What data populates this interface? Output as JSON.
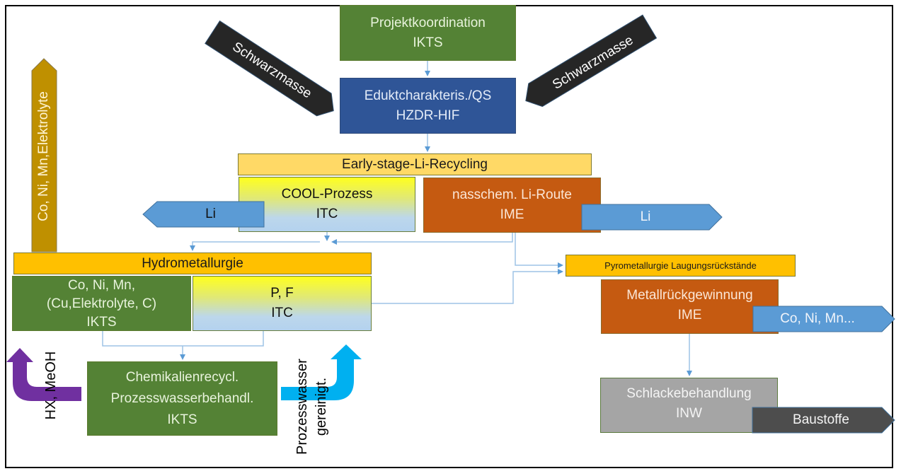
{
  "diagram": {
    "nodes": {
      "projektkoordination": {
        "line1": "Projektkoordination",
        "line2": "IKTS",
        "color": "#548235"
      },
      "eduktcharakterisierung": {
        "line1": "Eduktcharakteris./QS",
        "line2": "HZDR-HIF",
        "color": "#2f5597"
      },
      "early_stage": {
        "label": "Early-stage-Li-Recycling",
        "color": "#ffd966"
      },
      "cool_prozess": {
        "line1": "COOL-Prozess",
        "line2": "ITC"
      },
      "nasschem": {
        "line1": "nasschem. Li-Route",
        "line2": "IME",
        "color": "#c55a11"
      },
      "hydrometallurgie": {
        "label": "Hydrometallurgie",
        "color": "#ffc000"
      },
      "co_ni_mn": {
        "line1": "Co, Ni, Mn,",
        "line2": "(Cu,Elektrolyte, C)",
        "line3": "IKTS",
        "color": "#548235"
      },
      "p_f": {
        "line1": "P, F",
        "line2": "ITC"
      },
      "chemikalien": {
        "line1": "Chemikalienrecycl.",
        "line2": "Prozesswasserbehandl.",
        "line3": "IKTS",
        "color": "#548235"
      },
      "pyrometallurgie": {
        "label": "Pyrometallurgie Laugungsrückstände",
        "color": "#ffc000"
      },
      "metallrueckgewinnung": {
        "line1": "Metallrückgewinnung",
        "line2": "IME",
        "color": "#c55a11"
      },
      "schlackebehandlung": {
        "line1": "Schlackebehandlung",
        "line2": "INW",
        "color": "#a5a5a5"
      }
    },
    "arrows": {
      "schwarzmasse_left": {
        "label": "Schwarzmasse",
        "color": "#262626"
      },
      "schwarzmasse_right": {
        "label": "Schwarzmasse",
        "color": "#262626"
      },
      "co_ni_mn_elektrolyte_up": {
        "label": "Co, Ni, Mn,Elektrolyte",
        "color": "#bf9000"
      },
      "li_left": {
        "label": "Li",
        "color": "#5b9bd5"
      },
      "li_right": {
        "label": "Li",
        "color": "#5b9bd5"
      },
      "co_ni_mn_out": {
        "label": "Co, Ni, Mn...",
        "color": "#5b9bd5"
      },
      "baustoffe_out": {
        "label": "Baustoffe",
        "color": "#4d4d4d"
      },
      "hx_meoh": {
        "label": "HX, MeOH",
        "color": "#7030a0"
      },
      "prozesswasser": {
        "line1": "Prozesswasser",
        "line2": "gereinigt.",
        "color": "#00b0f0"
      }
    },
    "connector_color": "#9dc3e6"
  }
}
